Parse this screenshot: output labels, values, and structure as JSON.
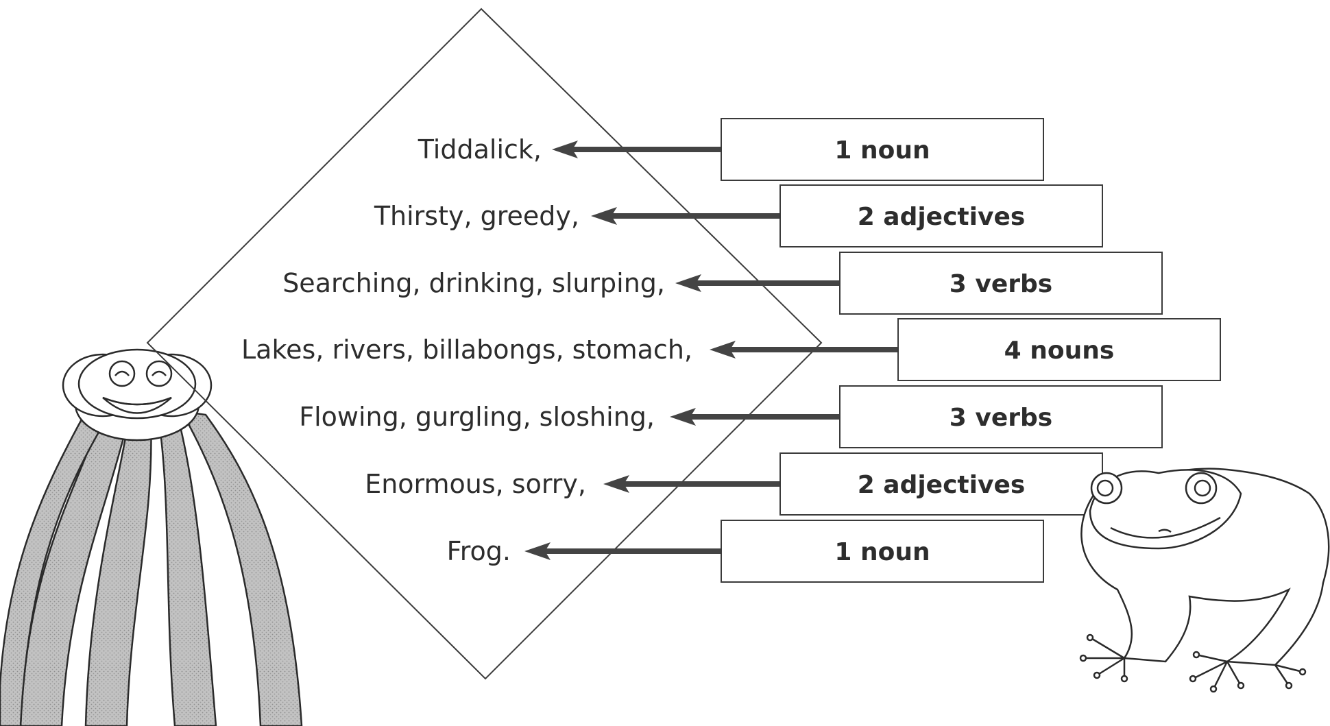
{
  "poem_lines": [
    "Tiddalick,",
    "Thirsty, greedy,",
    "Searching, drinking, slurping,",
    "Lakes, rivers, billabongs, stomach,",
    "Flowing, gurgling, sloshing,",
    "Enormous, sorry,",
    "Frog."
  ],
  "word_type_labels": [
    "1 noun",
    "2 adjectives",
    "3 verbs",
    "4 nouns",
    "3 verbs",
    "2 adjectives",
    "1 noun"
  ],
  "colors": {
    "line": "#3a3a3a",
    "arrow": "#444444",
    "water": "#b4b4b4"
  },
  "illustrations": [
    "tiddalick-frog-spouting-water",
    "sitting-frog"
  ]
}
